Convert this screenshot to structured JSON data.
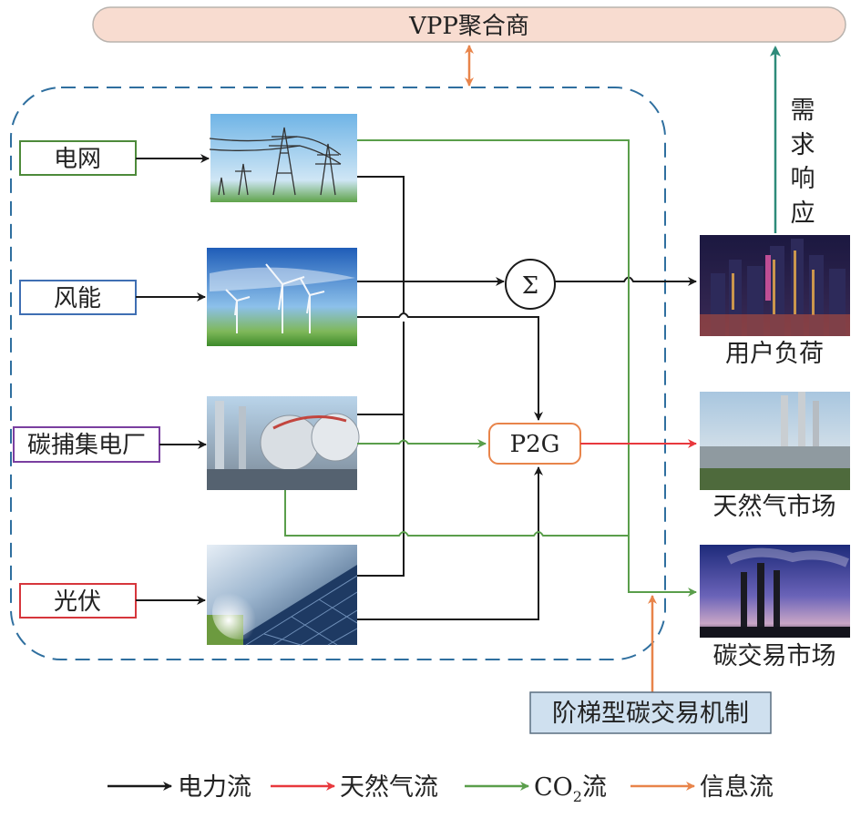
{
  "aggregator": {
    "label": "VPP聚合商"
  },
  "sources": {
    "grid": "电网",
    "wind": "风能",
    "ccs_plant": "碳捕集电厂",
    "pv": "光伏"
  },
  "nodes": {
    "sum_symbol": "Σ",
    "p2g": "P2G"
  },
  "demand_response": [
    "需",
    "求",
    "响",
    "应"
  ],
  "outputs": {
    "user_load": "用户负荷",
    "gas_market": "天然气市场",
    "carbon_market": "碳交易市场"
  },
  "mechanism": "阶梯型碳交易机制",
  "legend": [
    {
      "label": "电力流",
      "color": "#1a1a1a"
    },
    {
      "label": "天然气流",
      "color": "#e8383d"
    },
    {
      "label_main": "CO",
      "label_sub": "2",
      "label_tail": "流",
      "color": "#5a9e4b"
    },
    {
      "label": "信息流",
      "color": "#e8844a"
    }
  ],
  "colors": {
    "power": "#1a1a1a",
    "gas": "#e8383d",
    "co2": "#5a9e4b",
    "info": "#e8844a",
    "demand": "#2e8b7a",
    "dashed_boundary": "#2f6f9f",
    "grid_box": "#4d8a3a",
    "wind_box": "#3f6fb3",
    "ccs_box": "#7a3fa0",
    "pv_box": "#d6363c",
    "p2g_box": "#e8844a",
    "aggregator_fill": "#f8dcd0",
    "mechanism_fill": "#cfe0ef"
  },
  "icons": [
    "transmission-tower-image",
    "wind-turbine-image",
    "ccs-plant-image",
    "solar-panel-image",
    "city-night-image",
    "gas-refinery-image",
    "smokestack-image"
  ]
}
